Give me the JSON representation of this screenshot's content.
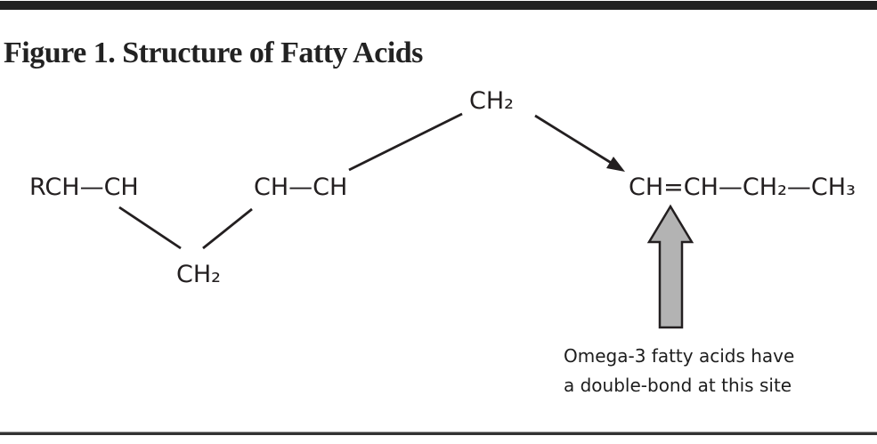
{
  "page": {
    "title": "Figure 1. Structure of Fatty Acids"
  },
  "figure": {
    "labels": {
      "left_group": "RCH—CH",
      "bottom_ch2": "CH₂",
      "middle_group": "CH—CH",
      "top_ch2": "CH₂",
      "right_group": "CH=CH—CH₂—CH₃"
    },
    "annotation": {
      "line1": "Omega-3 fatty acids have",
      "line2": "a double-bond at this site"
    },
    "colors": {
      "ink": "#231f20",
      "arrow_fill": "#b3b3b3",
      "top_bar": "#212121",
      "bottom_rule": "#333333"
    }
  }
}
